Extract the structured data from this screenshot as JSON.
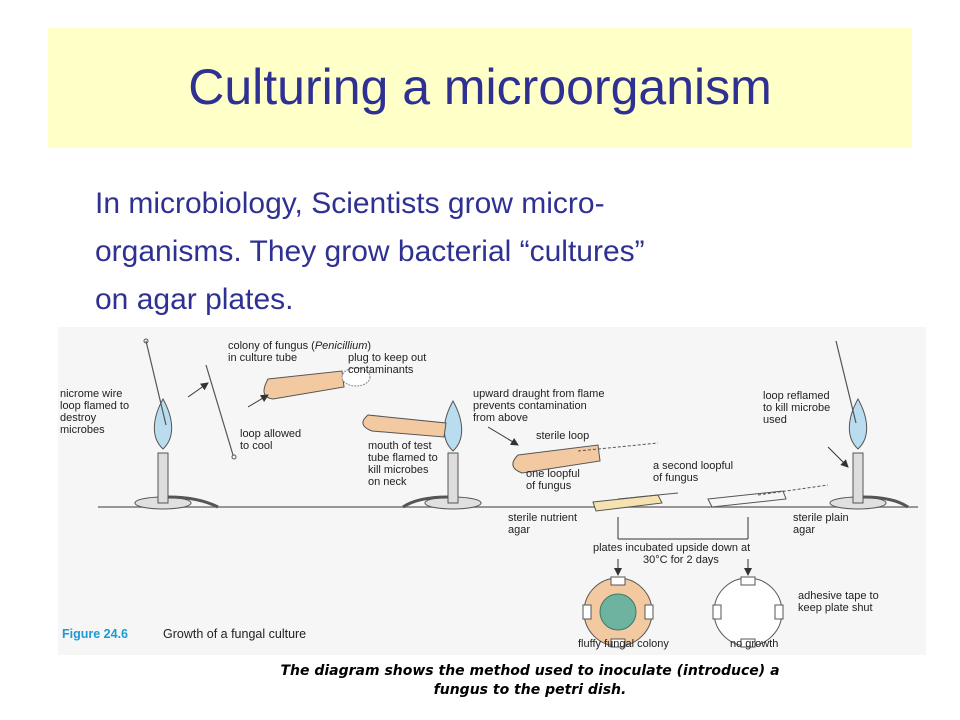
{
  "slide": {
    "title": "Culturing a microorganism",
    "body_line1": "In microbiology, Scientists grow micro-",
    "body_line2": "organisms.  They grow bacterial “cultures”",
    "body_line3": "on agar plates.",
    "caption_line1": "The diagram shows the method used to inoculate (introduce) a",
    "caption_line2": "fungus to the petri dish."
  },
  "figure": {
    "number": "Figure 24.6",
    "title": "Growth of a fungal culture",
    "labels": {
      "nicrome_1": "nicrome wire",
      "nicrome_2": "loop flamed to",
      "nicrome_3": "destroy",
      "nicrome_4": "microbes",
      "colony_1": "colony of fungus (",
      "colony_italic": "Penicillium",
      "colony_end": ")",
      "colony_2": "in culture tube",
      "plug_1": "plug to keep out",
      "plug_2": "contaminants",
      "loopcool_1": "loop allowed",
      "loopcool_2": "to cool",
      "draught_1": "upward draught from flame",
      "draught_2": "prevents contamination",
      "draught_3": "from above",
      "sterile_loop": "sterile loop",
      "mouth_1": "mouth of test",
      "mouth_2": "tube flamed to",
      "mouth_3": "kill microbes",
      "mouth_4": "on neck",
      "loopful1_1": "one loopful",
      "loopful1_2": "of fungus",
      "loopful2_1": "a second loopful",
      "loopful2_2": "of fungus",
      "reflamed_1": "loop reflamed",
      "reflamed_2": "to kill microbe",
      "reflamed_3": "used",
      "nutrient_1": "sterile nutrient",
      "nutrient_2": "agar",
      "plain_1": "sterile plain",
      "plain_2": "agar",
      "incubated_1": "plates incubated upside down at",
      "incubated_2": "30°C for 2 days",
      "tape_1": "adhesive tape to",
      "tape_2": "keep plate shut",
      "fluffy": "fluffy fungal colony",
      "no_growth": "no growth"
    }
  },
  "colors": {
    "title_text": "#2e3192",
    "title_band": "#ffffc8",
    "flame": "#b9dcef",
    "tube_fill": "#f2c9a0",
    "fungus": "#6db3a0",
    "figure_number": "#1a9ad6"
  }
}
